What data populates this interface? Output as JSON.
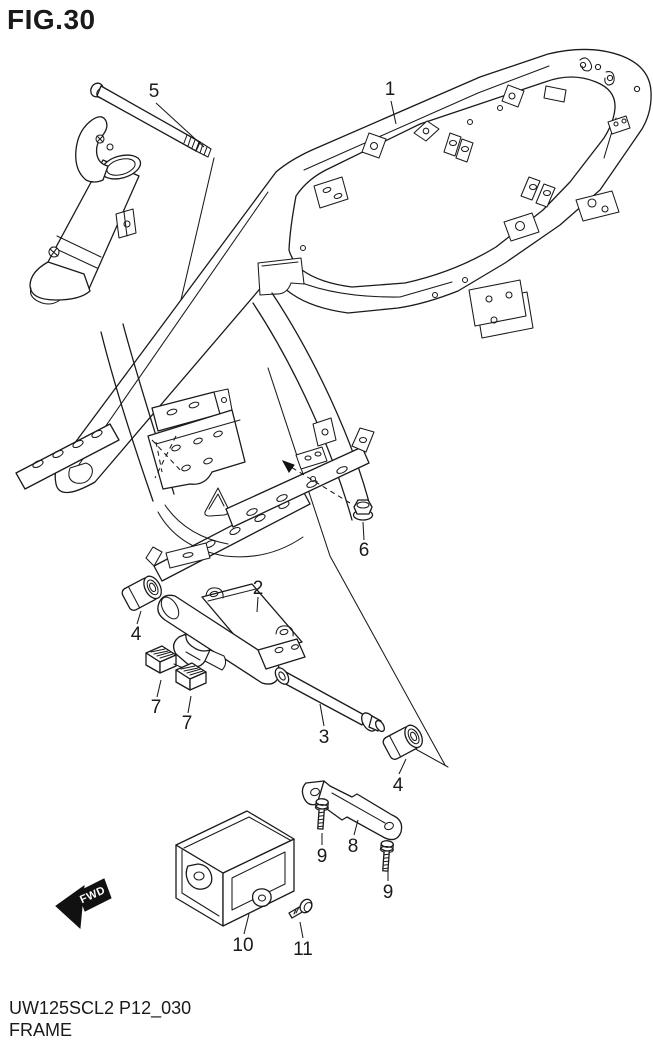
{
  "figure": {
    "title": "FIG.30",
    "model_code": "UW125SCL2 P12_030",
    "figure_name": "FRAME"
  },
  "fwd_marker": {
    "label": "FWD"
  },
  "callouts": {
    "c1": "1",
    "c2": "2",
    "c3": "3",
    "c4a": "4",
    "c4b": "4",
    "c5": "5",
    "c6": "6",
    "c7a": "7",
    "c7b": "7",
    "c8": "8",
    "c9a": "9",
    "c9b": "9",
    "c10": "10",
    "c11": "11"
  },
  "colors": {
    "line_color": "#1a1a1a",
    "background_color": "#ffffff",
    "fwd_fill": "#111111",
    "fwd_text_color": "#ffffff"
  }
}
